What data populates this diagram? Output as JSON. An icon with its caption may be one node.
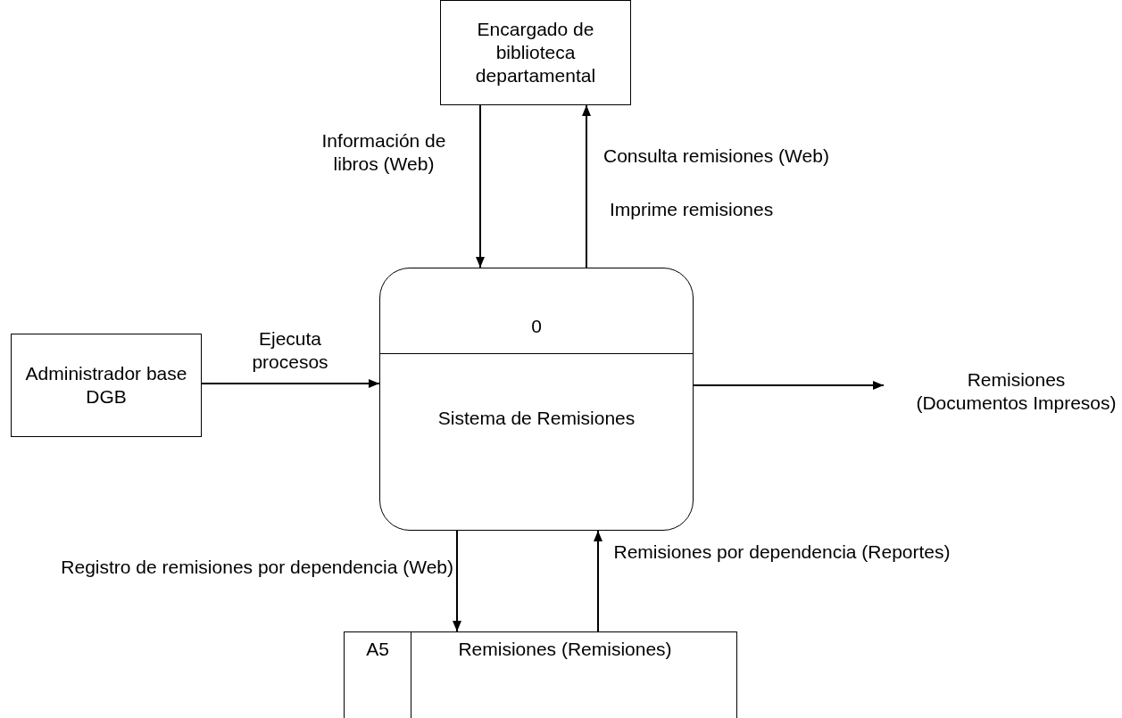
{
  "diagram": {
    "nodes": [
      {
        "text": [
          "Encargado de biblioteca departamental"
        ]
      },
      {
        "text": [
          "0",
          "Sistema de Remisiones"
        ]
      },
      {
        "text": [
          "Administrador base DGB"
        ]
      },
      {
        "text": [
          "Remisiones (Documentos Impresos)"
        ]
      },
      {
        "text": [
          "A5",
          "Remisiones (Remisiones)"
        ]
      }
    ],
    "edges": [
      {
        "from": 0,
        "to": 1,
        "arrow": "to",
        "label": "Información de libros (Web)"
      },
      {
        "from": 1,
        "to": 0,
        "arrow": "to",
        "label": "Consulta remisiones (Web)"
      },
      {
        "from": 2,
        "to": 1,
        "arrow": "to",
        "label": "Ejecuta procesos"
      },
      {
        "from": 1,
        "to": 3,
        "arrow": "to"
      },
      {
        "from": 1,
        "to": 4,
        "arrow": "to",
        "label": "Registro de remisiones por dependencia (Web)"
      },
      {
        "from": 4,
        "to": 1,
        "arrow": "to",
        "label": "Remisiones por dependencia (Reportes)"
      }
    ],
    "labels": [
      "Imprime remisiones"
    ]
  }
}
